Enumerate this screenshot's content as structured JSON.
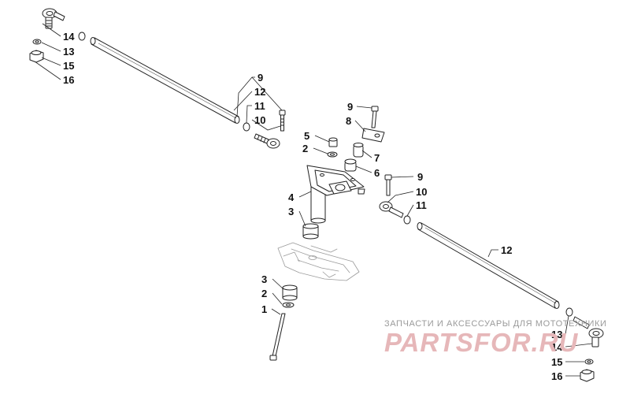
{
  "diagram": {
    "callouts": {
      "l14": "14",
      "l13": "13",
      "l15": "15",
      "l16": "16",
      "u9": "9",
      "u12": "12",
      "u11": "11",
      "u10": "10",
      "c9": "9",
      "c8": "8",
      "c5": "5",
      "c2": "2",
      "c7": "7",
      "c6": "6",
      "r9": "9",
      "r10": "10",
      "r11": "11",
      "c4": "4",
      "c3": "3",
      "r12": "12",
      "b3": "3",
      "b2": "2",
      "b1": "1",
      "br13": "13",
      "br14": "14",
      "br15": "15",
      "br16": "16"
    }
  },
  "watermark": {
    "caption": "ЗАПЧАСТИ И АКСЕССУАРЫ ДЛЯ МОТОТЕХНИКИ",
    "brand": "PARTSFOR.RU"
  },
  "colors": {
    "line": "#222222",
    "fill": "#ffffff",
    "watermark_red": "#e6b7b9",
    "watermark_gray": "#9a9a9a"
  }
}
